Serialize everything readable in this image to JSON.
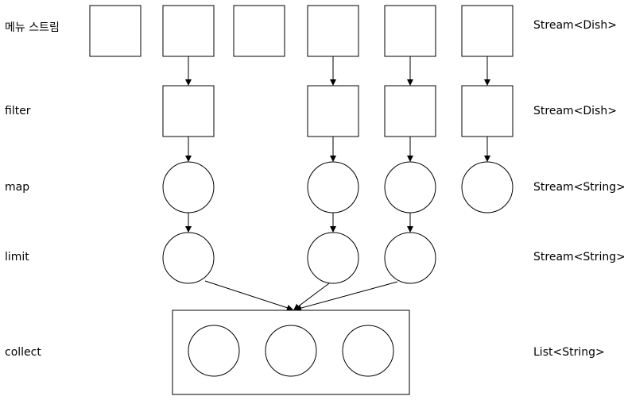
{
  "stages": [
    {
      "name": "메뉴 스트림",
      "type": "Stream<Dish>"
    },
    {
      "name": "filter",
      "type": "Stream<Dish>"
    },
    {
      "name": "map",
      "type": "Stream<String>"
    },
    {
      "name": "limit",
      "type": "Stream<String>"
    },
    {
      "name": "collect",
      "type": "List<String>"
    }
  ],
  "colors": {
    "stroke": "#000000",
    "fill": "#ffffff"
  }
}
